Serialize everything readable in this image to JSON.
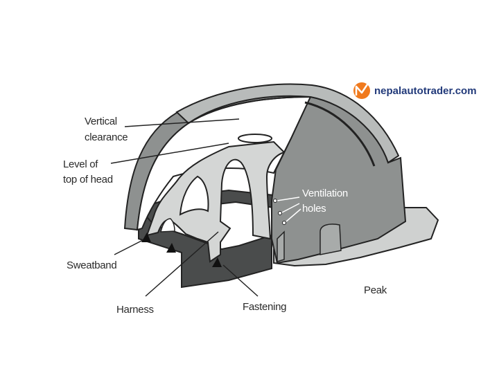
{
  "watermark": {
    "text": "nepalautotrader.com",
    "logo_icon": "n-swoosh-logo-icon",
    "logo_color": "#f07a1e",
    "text_color": "#223a7a"
  },
  "labels": {
    "vertical_clearance": [
      "Vertical",
      "clearance"
    ],
    "level_of_top_of_head": [
      "Level of",
      "top of head"
    ],
    "ventilation_holes": [
      "Ventilation",
      "holes"
    ],
    "sweatband": "Sweatband",
    "harness": "Harness",
    "fastening": "Fastening",
    "peak": "Peak"
  },
  "colors": {
    "shell_dark": "#8e9190",
    "shell_mid": "#b8bbba",
    "harness_light": "#d4d6d5",
    "sweatband_dark": "#4a4c4c",
    "peak": "#cfd1d0",
    "outline": "#222222"
  }
}
